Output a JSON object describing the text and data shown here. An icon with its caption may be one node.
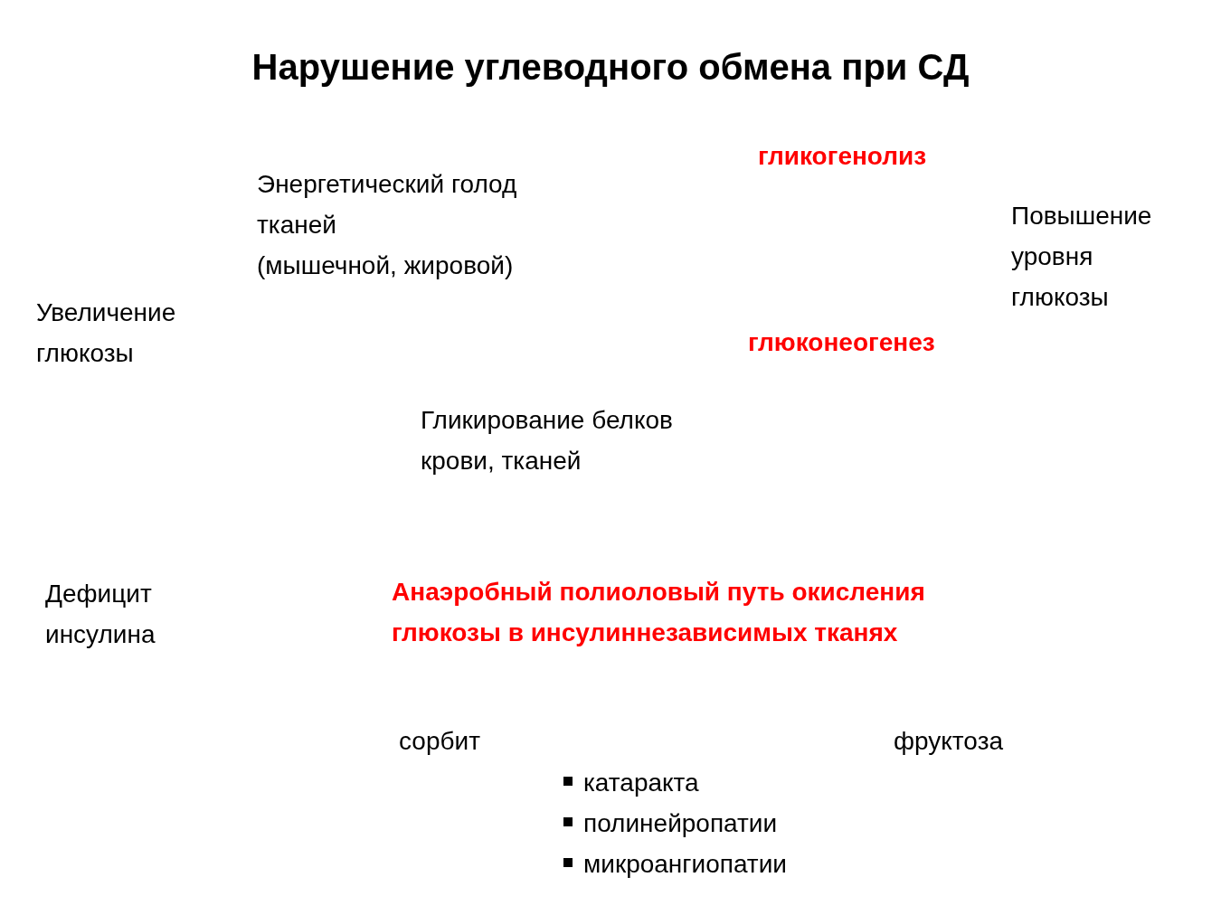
{
  "diagram": {
    "title": "Нарушение углеводного обмена при СД",
    "labels": [
      "гликогенолиз",
      "Энергетический голод тканей",
      "(мышечной, жировой)",
      "Повышение уровня глюкозы",
      "Увеличение глюкозы",
      "глюконеогенез",
      "Гликирование белков крови, тканей",
      "Дефицит инсулина",
      "Анаэробный полиоловый путь окисления глюкозы в инсулиннезависимых тканях",
      "сорбит",
      "фруктоза",
      "катаракта",
      "полинейропатии",
      "микроангиопатии"
    ]
  }
}
